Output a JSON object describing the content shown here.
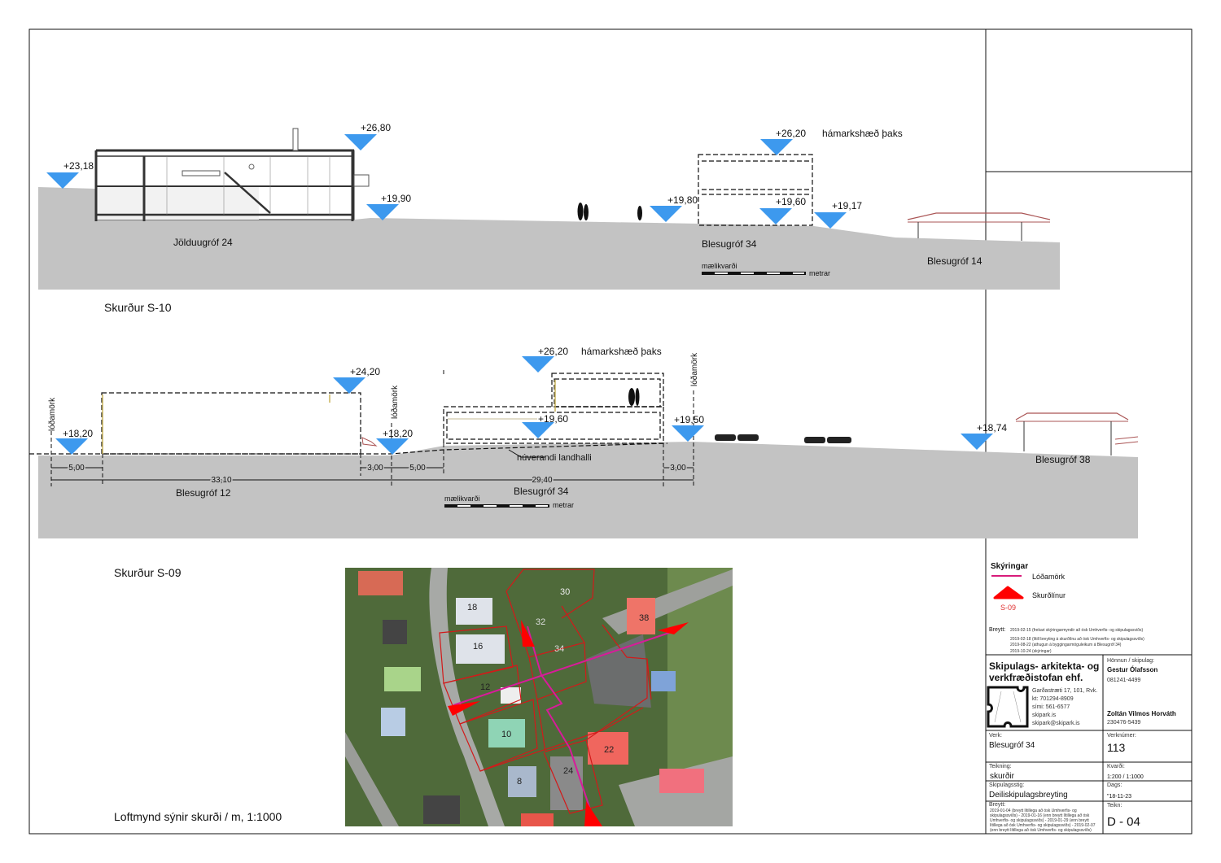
{
  "section_s10": {
    "title": "Skurður S-10",
    "elevations": [
      "+23,18",
      "+26,80",
      "+19,90",
      "+19,80",
      "+26,20",
      "+19,60",
      "+19,17"
    ],
    "max_roof_label": "hámarkshæð þaks",
    "lots": [
      "Jölduugróf 24",
      "Blesugróf 34",
      "Blesugróf 14"
    ],
    "scale_label": "mælikvarði",
    "scale_unit": "metrar"
  },
  "section_s09": {
    "title": "Skurður S-09",
    "elevations": [
      "+18,20",
      "+24,20",
      "+18,20",
      "+26,20",
      "+19,60",
      "+19,50",
      "+18,74"
    ],
    "max_roof_label": "hámarkshæð þaks",
    "lot_boundary_label": "lóðamörk",
    "existing_slope_label": "núverandi landhalli",
    "dimensions": [
      "5,00",
      "3,00",
      "5,00",
      "3,00",
      "33,10",
      "29,40"
    ],
    "lots": [
      "Blesugróf 12",
      "Blesugróf 34",
      "Blesugróf 38"
    ],
    "scale_label": "mælikvarði",
    "scale_unit": "metrar"
  },
  "aerial": {
    "caption": "Loftmynd sýnir skurði / m, 1:1000",
    "lot_numbers": [
      "18",
      "16",
      "12",
      "10",
      "8",
      "30",
      "32",
      "34",
      "38",
      "22",
      "24"
    ],
    "colors": {
      "lot_line": "#d21a1a",
      "section_line": "#d81b9a",
      "marker": "#ff0000"
    }
  },
  "legend": {
    "title": "Skýringar",
    "lot_boundary": "Lóðamörk",
    "section_lines": "Skurðlínur",
    "section_example": "S-09",
    "revised_label": "Breytt:",
    "revisions": [
      "2019-02-15 (frekari skýringarmyndir að ósk Umhverfis- og skipulagssviðs)",
      "2019-02-18 (lítill breyting á skurðlínu að ósk Umhverfis- og skipulagssviðs)",
      "2019-08-22 (athugun á byggingarmöguleikum á Blesugróf 34)",
      "2019-10-24 (skýringar)"
    ]
  },
  "title_block": {
    "firm_line1": "Skipulags- arkitekta- og",
    "firm_line2": "verkfræðistofan ehf.",
    "address": "Garðastræti 17, 101, Rvk.",
    "kt": "kt: 701294-8909",
    "phone": "sími: 561-6577",
    "web": "skipark.is",
    "email": "skipark@skipark.is",
    "design_label": "Hönnun / skipulag:",
    "designer1": "Gestur Ólafsson",
    "designer1_id": "081241-4499",
    "designer2": "Zoltán Vilmos Horváth",
    "designer2_id": "230476-5439",
    "project_label": "Verk:",
    "project": "Blesugróf 34",
    "project_no_label": "Verknúmer:",
    "project_no": "113",
    "drawing_label": "Teikning:",
    "drawing": "skurðir",
    "scale_label": "Kvarði:",
    "scale": "1:200 /  1:1000",
    "stage_label": "Skipulagsstig:",
    "stage": "Deiliskipulagsbreyting",
    "date_label": "Dags:",
    "date": "\"18-11-23",
    "revised_label": "Breytt:",
    "revised_lines": [
      "2019-01-04 (breytt lítillega að ósk Umhverfis- og",
      "skipulagssviðs) -  2019-01-16 (enn breytt lítillega að ósk",
      "Umhverfis- og skipulagssviðs) - 2019-01-29 (enn breytt",
      "lítillega að ósk Umhverfis- og skipulagssviðs) - 2019-02-07",
      "(enn breytt lítillega að ósk Umhverfis- og skipulagssviðs)"
    ],
    "sheet_label": "Teikn:",
    "sheet": "D - 04"
  }
}
